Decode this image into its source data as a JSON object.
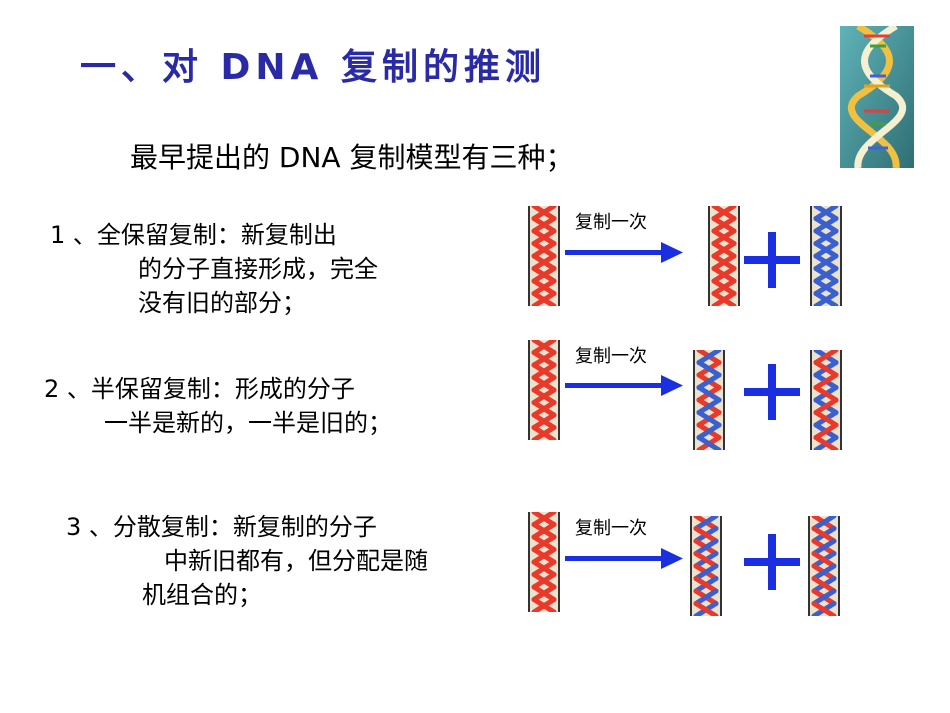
{
  "title": "一、对 DNA 复制的推测",
  "subtitle": "最早提出的 DNA 复制模型有三种；",
  "models": [
    {
      "lines": [
        "1 、全保留复制：新复制出",
        "的分子直接形成，完全",
        "没有旧的部分；"
      ]
    },
    {
      "lines": [
        "2 、半保留复制：形成的分子",
        "一半是新的，一半是旧的；"
      ]
    },
    {
      "lines": [
        "3 、分散复制：新复制的分子",
        "中新旧都有，但分配是随",
        "机组合的；"
      ]
    }
  ],
  "arrow_label": "复制一次",
  "icons": {
    "logo": "dna-helix-photo-icon",
    "arrow": "right-arrow-icon",
    "plus": "plus-icon"
  },
  "colors": {
    "title": "#2a2aa6",
    "old_strand": "#e8392a",
    "new_strand": "#3a5fcf",
    "arrow": "#1a2fe0",
    "plus": "#1a2fe0",
    "strand_bg": "#d9c8a0"
  }
}
